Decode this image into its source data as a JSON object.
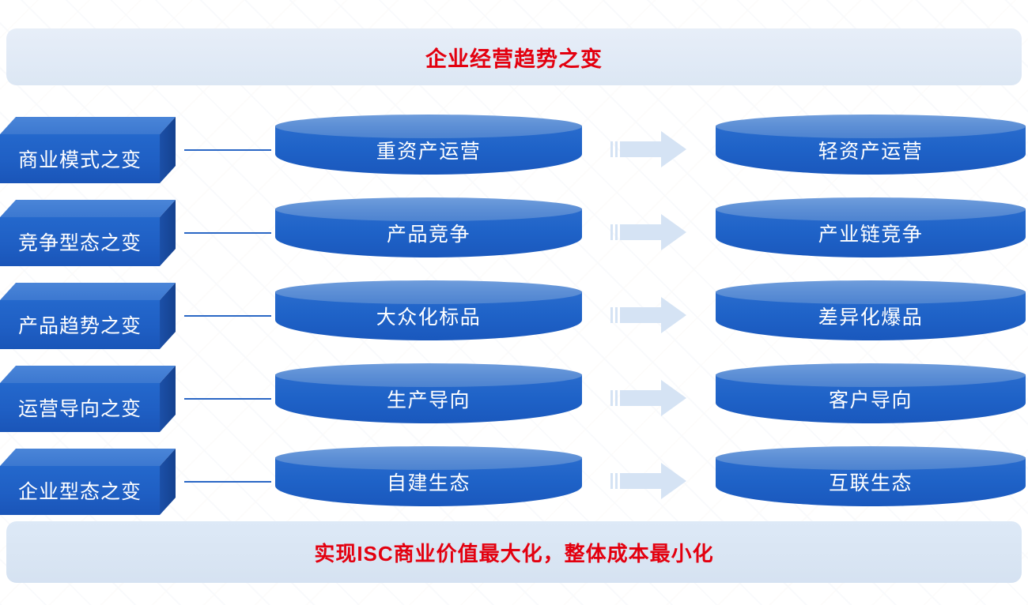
{
  "header": {
    "title": "企业经营趋势之变",
    "accent_color": "#e3000f",
    "background_color": "#e1eaf6"
  },
  "footer": {
    "title": "实现ISC商业价值最大化，整体成本最小化",
    "accent_color": "#e3000f",
    "background_color": "#d9e5f3"
  },
  "palette": {
    "box_front": "#1f5fc4",
    "box_top": "#3c78d0",
    "box_side": "#14418f",
    "cylinder_body": "#1f63c8",
    "cylinder_lid": "#5e90d6",
    "connector_line": "#2a67c5",
    "arrow": "#d5e3f4",
    "text_on_blue": "#ffffff"
  },
  "icons": {
    "arrow": "right-arrow-icon",
    "connector": "connector-line"
  },
  "rows": [
    {
      "category": "商业模式之变",
      "from": "重资产运营",
      "to": "轻资产运营"
    },
    {
      "category": "竞争型态之变",
      "from": "产品竞争",
      "to": "产业链竞争"
    },
    {
      "category": "产品趋势之变",
      "from": "大众化标品",
      "to": "差异化爆品"
    },
    {
      "category": "运营导向之变",
      "from": "生产导向",
      "to": "客户导向"
    },
    {
      "category": "企业型态之变",
      "from": "自建生态",
      "to": "互联生态"
    }
  ]
}
